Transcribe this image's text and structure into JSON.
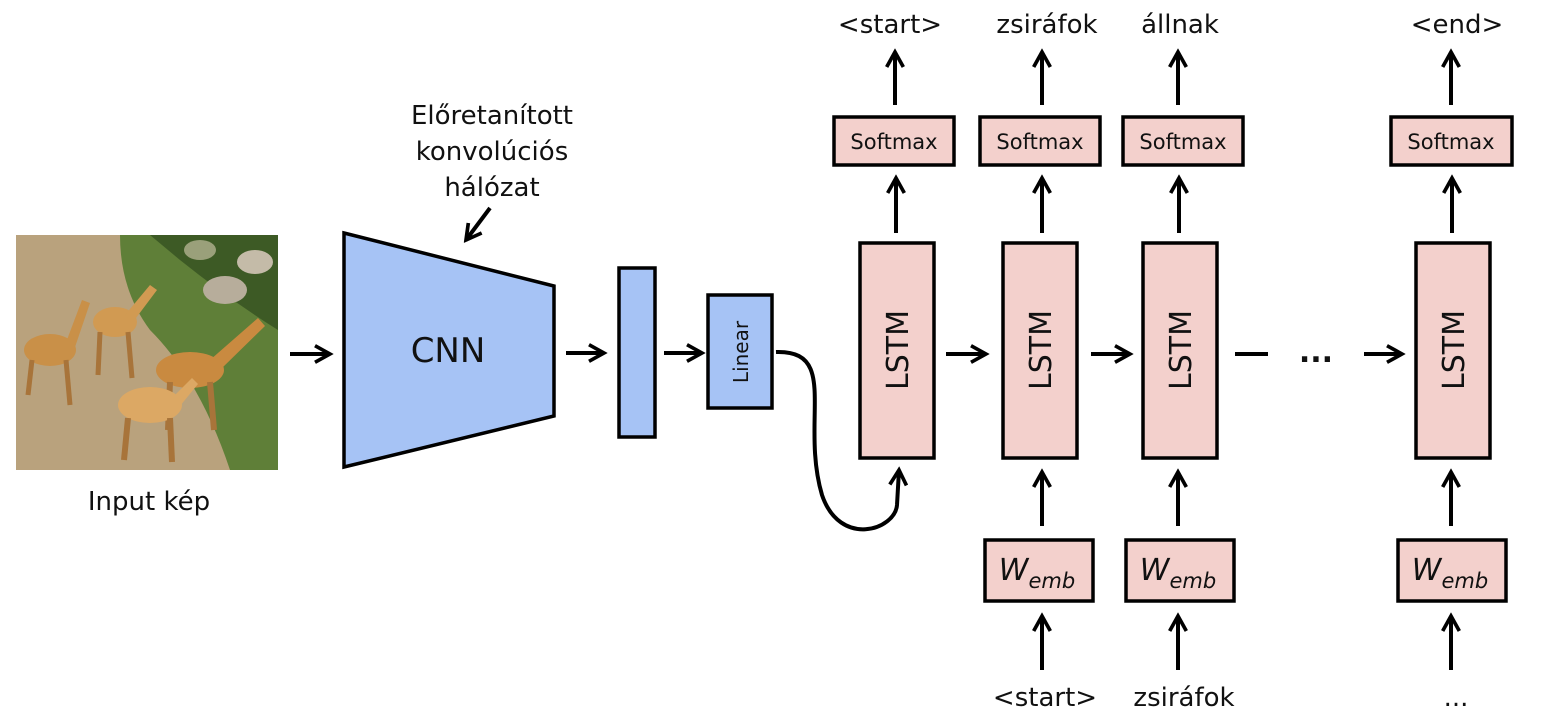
{
  "input_label": "Input kép",
  "pretrained_label": [
    "Előretanított",
    "konvolúciós",
    "hálózat"
  ],
  "cnn_label": "CNN",
  "linear_label": "Linear",
  "lstm_label": "LSTM",
  "softmax_label": "Softmax",
  "wemb": {
    "base": "W",
    "sub": "emb"
  },
  "outputs": [
    "<start>",
    "zsiráfok",
    "állnak",
    "<end>"
  ],
  "inputs": [
    "<start>",
    "zsiráfok",
    "..."
  ],
  "ellipsis": "...",
  "colors": {
    "cnn_blue": "#a6c3f5",
    "block_pink": "#f3d0cc",
    "stroke": "#000000"
  }
}
